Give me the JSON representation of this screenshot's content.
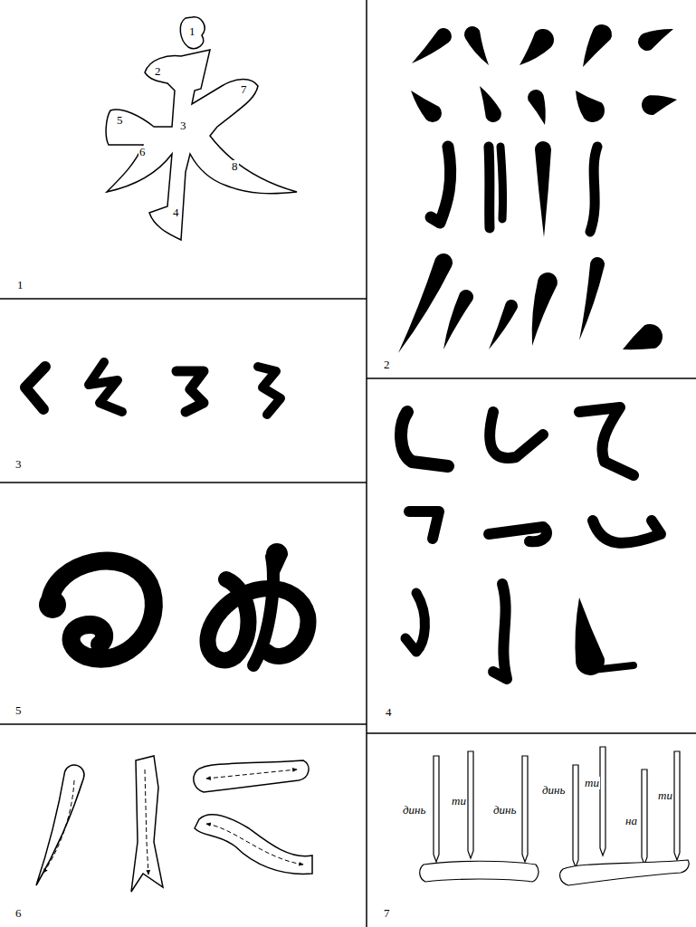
{
  "diagram": {
    "labels": [
      "1",
      "2",
      "7",
      "5",
      "3",
      "6",
      "8",
      "4",
      "1",
      "2",
      "3",
      "4",
      "5",
      "6",
      "7",
      "динь",
      "ти",
      "динь",
      "динь",
      "ти",
      "на",
      "ти"
    ]
  }
}
